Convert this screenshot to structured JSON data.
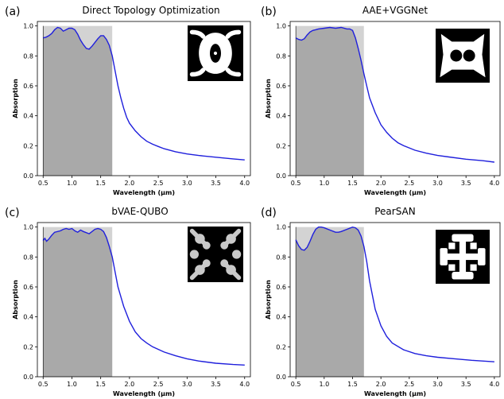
{
  "chart_data": [
    {
      "type": "line",
      "panel_label": "(a)",
      "title": "Direct Topology Optimization",
      "xlabel": "Wavelength (μm)",
      "ylabel": "Absorption",
      "xlim": [
        0.4,
        4.1
      ],
      "ylim": [
        0.0,
        1.03
      ],
      "xticks": [
        "0.5",
        "1.0",
        "1.5",
        "2.0",
        "2.5",
        "3.0",
        "3.5",
        "4.0"
      ],
      "yticks": [
        "0.0",
        "0.2",
        "0.4",
        "0.6",
        "0.8",
        "1.0"
      ],
      "shaded_band": {
        "x": [
          0.5,
          1.7
        ],
        "y_max": 1.0
      },
      "series": [
        {
          "color": "#1f1fdc",
          "x": [
            0.5,
            0.55,
            0.6,
            0.65,
            0.7,
            0.75,
            0.8,
            0.85,
            0.9,
            0.95,
            1.0,
            1.05,
            1.1,
            1.15,
            1.2,
            1.25,
            1.3,
            1.35,
            1.4,
            1.45,
            1.5,
            1.55,
            1.6,
            1.65,
            1.7,
            1.75,
            1.8,
            1.85,
            1.9,
            1.95,
            2.0,
            2.1,
            2.2,
            2.3,
            2.4,
            2.5,
            2.6,
            2.8,
            3.0,
            3.2,
            3.5,
            3.8,
            4.0
          ],
          "y": [
            0.92,
            0.925,
            0.935,
            0.95,
            0.975,
            0.99,
            0.985,
            0.965,
            0.975,
            0.985,
            0.985,
            0.975,
            0.945,
            0.905,
            0.875,
            0.85,
            0.845,
            0.865,
            0.89,
            0.915,
            0.935,
            0.935,
            0.91,
            0.87,
            0.8,
            0.7,
            0.6,
            0.52,
            0.45,
            0.39,
            0.35,
            0.3,
            0.26,
            0.23,
            0.21,
            0.195,
            0.18,
            0.16,
            0.145,
            0.135,
            0.123,
            0.112,
            0.105
          ]
        }
      ]
    },
    {
      "type": "line",
      "panel_label": "(b)",
      "title": "AAE+VGGNet",
      "xlabel": "Wavelength (μm)",
      "ylabel": "Absorption",
      "xlim": [
        0.4,
        4.1
      ],
      "ylim": [
        0.0,
        1.03
      ],
      "xticks": [
        "0.5",
        "1.0",
        "1.5",
        "2.0",
        "2.5",
        "3.0",
        "3.5",
        "4.0"
      ],
      "yticks": [
        "0.0",
        "0.2",
        "0.4",
        "0.6",
        "0.8",
        "1.0"
      ],
      "shaded_band": {
        "x": [
          0.5,
          1.7
        ],
        "y_max": 1.0
      },
      "series": [
        {
          "color": "#1f1fdc",
          "x": [
            0.5,
            0.55,
            0.6,
            0.65,
            0.7,
            0.75,
            0.8,
            0.85,
            0.9,
            1.0,
            1.1,
            1.2,
            1.3,
            1.4,
            1.45,
            1.5,
            1.55,
            1.6,
            1.65,
            1.7,
            1.75,
            1.8,
            1.9,
            2.0,
            2.1,
            2.2,
            2.3,
            2.4,
            2.6,
            2.8,
            3.0,
            3.2,
            3.5,
            3.8,
            4.0
          ],
          "y": [
            0.92,
            0.91,
            0.905,
            0.915,
            0.94,
            0.96,
            0.97,
            0.975,
            0.98,
            0.985,
            0.99,
            0.985,
            0.99,
            0.98,
            0.98,
            0.97,
            0.92,
            0.85,
            0.77,
            0.68,
            0.6,
            0.52,
            0.42,
            0.34,
            0.29,
            0.25,
            0.22,
            0.2,
            0.17,
            0.15,
            0.135,
            0.125,
            0.11,
            0.1,
            0.09
          ]
        }
      ]
    },
    {
      "type": "line",
      "panel_label": "(c)",
      "title": "bVAE-QUBO",
      "xlabel": "Wavelength (μm)",
      "ylabel": "Absorption",
      "xlim": [
        0.4,
        4.1
      ],
      "ylim": [
        0.0,
        1.03
      ],
      "xticks": [
        "0.5",
        "1.0",
        "1.5",
        "2.0",
        "2.5",
        "3.0",
        "3.5",
        "4.0"
      ],
      "yticks": [
        "0.0",
        "0.2",
        "0.4",
        "0.6",
        "0.8",
        "1.0"
      ],
      "shaded_band": {
        "x": [
          0.5,
          1.7
        ],
        "y_max": 1.0
      },
      "series": [
        {
          "color": "#1f1fdc",
          "x": [
            0.5,
            0.53,
            0.56,
            0.6,
            0.65,
            0.7,
            0.8,
            0.85,
            0.9,
            0.95,
            1.0,
            1.05,
            1.1,
            1.15,
            1.2,
            1.3,
            1.4,
            1.45,
            1.5,
            1.55,
            1.6,
            1.65,
            1.7,
            1.75,
            1.8,
            1.9,
            2.0,
            2.1,
            2.2,
            2.3,
            2.4,
            2.6,
            2.8,
            3.0,
            3.2,
            3.5,
            3.8,
            4.0
          ],
          "y": [
            0.91,
            0.925,
            0.905,
            0.92,
            0.945,
            0.965,
            0.975,
            0.985,
            0.99,
            0.985,
            0.99,
            0.975,
            0.965,
            0.98,
            0.97,
            0.955,
            0.985,
            0.99,
            0.985,
            0.97,
            0.93,
            0.87,
            0.8,
            0.7,
            0.6,
            0.47,
            0.37,
            0.3,
            0.255,
            0.225,
            0.2,
            0.165,
            0.14,
            0.12,
            0.105,
            0.09,
            0.082,
            0.078
          ]
        }
      ]
    },
    {
      "type": "line",
      "panel_label": "(d)",
      "title": "PearSAN",
      "xlabel": "Wavelength (μm)",
      "ylabel": "Absorption",
      "xlim": [
        0.4,
        4.1
      ],
      "ylim": [
        0.0,
        1.03
      ],
      "xticks": [
        "0.5",
        "1.0",
        "1.5",
        "2.0",
        "2.5",
        "3.0",
        "3.5",
        "4.0"
      ],
      "yticks": [
        "0.0",
        "0.2",
        "0.4",
        "0.6",
        "0.8",
        "1.0"
      ],
      "shaded_band": {
        "x": [
          0.5,
          1.7
        ],
        "y_max": 1.0
      },
      "series": [
        {
          "color": "#1f1fdc",
          "x": [
            0.5,
            0.55,
            0.6,
            0.65,
            0.7,
            0.75,
            0.8,
            0.85,
            0.9,
            0.95,
            1.0,
            1.1,
            1.2,
            1.25,
            1.3,
            1.4,
            1.5,
            1.55,
            1.6,
            1.65,
            1.7,
            1.75,
            1.8,
            1.9,
            2.0,
            2.1,
            2.2,
            2.4,
            2.6,
            2.8,
            3.0,
            3.3,
            3.6,
            4.0
          ],
          "y": [
            0.915,
            0.875,
            0.85,
            0.845,
            0.865,
            0.905,
            0.95,
            0.985,
            1.0,
            1.0,
            0.995,
            0.98,
            0.965,
            0.965,
            0.97,
            0.985,
            1.0,
            0.995,
            0.98,
            0.94,
            0.87,
            0.77,
            0.64,
            0.45,
            0.34,
            0.27,
            0.225,
            0.18,
            0.155,
            0.14,
            0.13,
            0.12,
            0.11,
            0.1
          ]
        }
      ]
    }
  ],
  "insets": [
    {
      "background": "#000000",
      "shape_color": "#ffffff"
    },
    {
      "background": "#000000",
      "shape_color": "#ffffff"
    },
    {
      "background": "#000000",
      "shape_color": "#c9c9c9"
    },
    {
      "background": "#000000",
      "shape_color": "#ffffff"
    }
  ],
  "style": {
    "band_light": "#d3d3d3",
    "band_dark": "#a9a9a9",
    "axis_color": "#000000"
  }
}
